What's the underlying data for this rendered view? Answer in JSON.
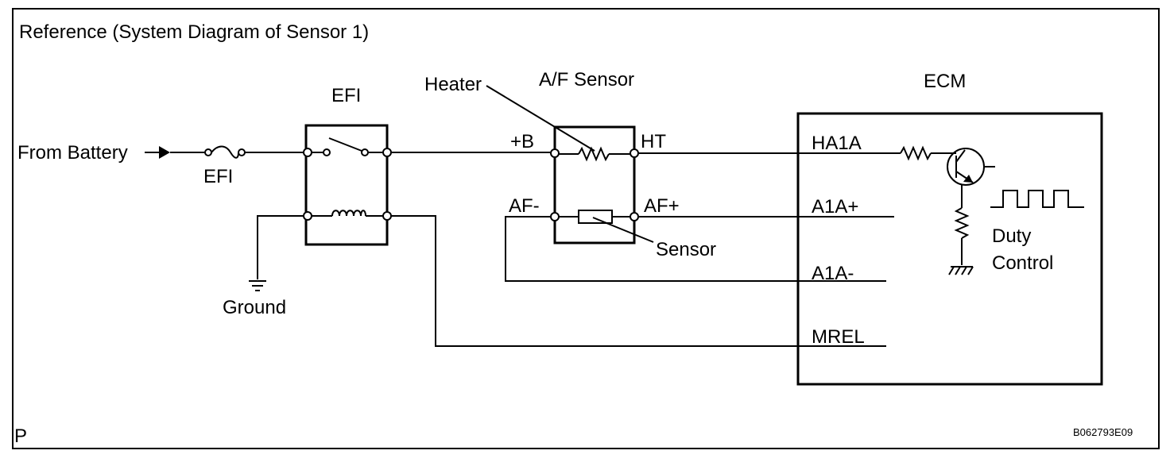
{
  "title": "Reference (System Diagram of Sensor 1)",
  "labels": {
    "from_battery": "From Battery",
    "fuse": "EFI",
    "relay": "EFI",
    "ground": "Ground",
    "heater": "Heater",
    "af_sensor": "A/F Sensor",
    "sensor": "Sensor",
    "ecm": "ECM",
    "duty_control_line1": "Duty",
    "duty_control_line2": "Control"
  },
  "sensor_terminals": {
    "plus_b": "+B",
    "ht": "HT",
    "af_minus": "AF-",
    "af_plus": "AF+"
  },
  "ecm_terminals": {
    "ha1a": "HA1A",
    "a1a_plus": "A1A+",
    "a1a_minus": "A1A-",
    "mrel": "MREL"
  },
  "footer": {
    "corner_letter": "P",
    "figure_code": "B062793E09"
  }
}
